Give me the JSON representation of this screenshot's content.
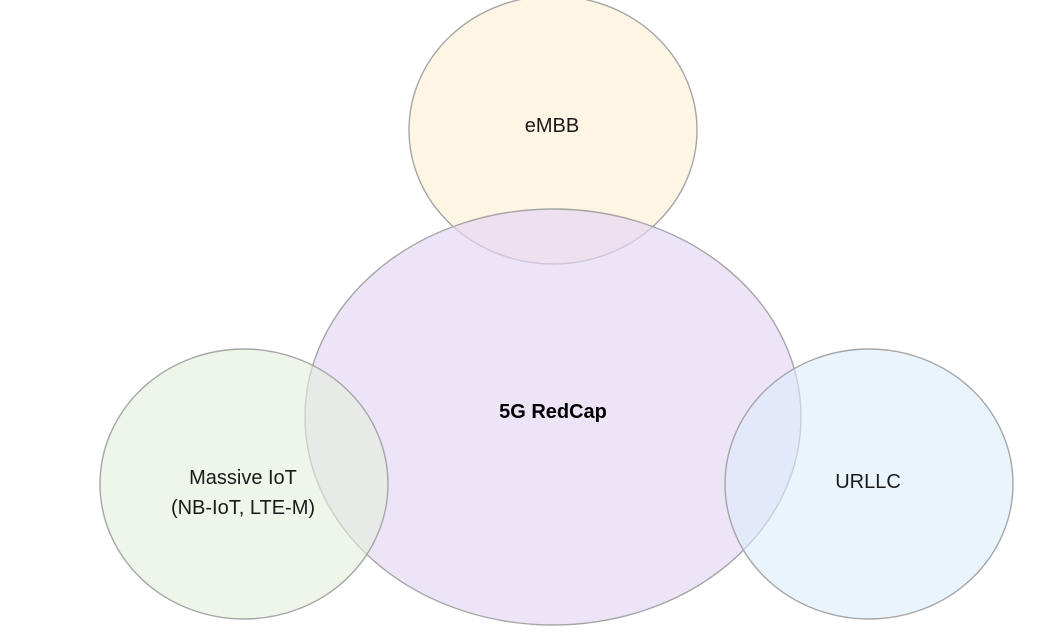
{
  "diagram": {
    "center": {
      "label": "5G RedCap",
      "fill": "#e5d5f5"
    },
    "top": {
      "label": "eMBB",
      "fill": "#fdf1dc"
    },
    "left": {
      "line1": "Massive IoT",
      "line2": "(NB-IoT, LTE-M)",
      "fill": "#e2efdb"
    },
    "right": {
      "label": "URLLC",
      "fill": "#dcecfb"
    },
    "outline": "#a6a6a6"
  }
}
